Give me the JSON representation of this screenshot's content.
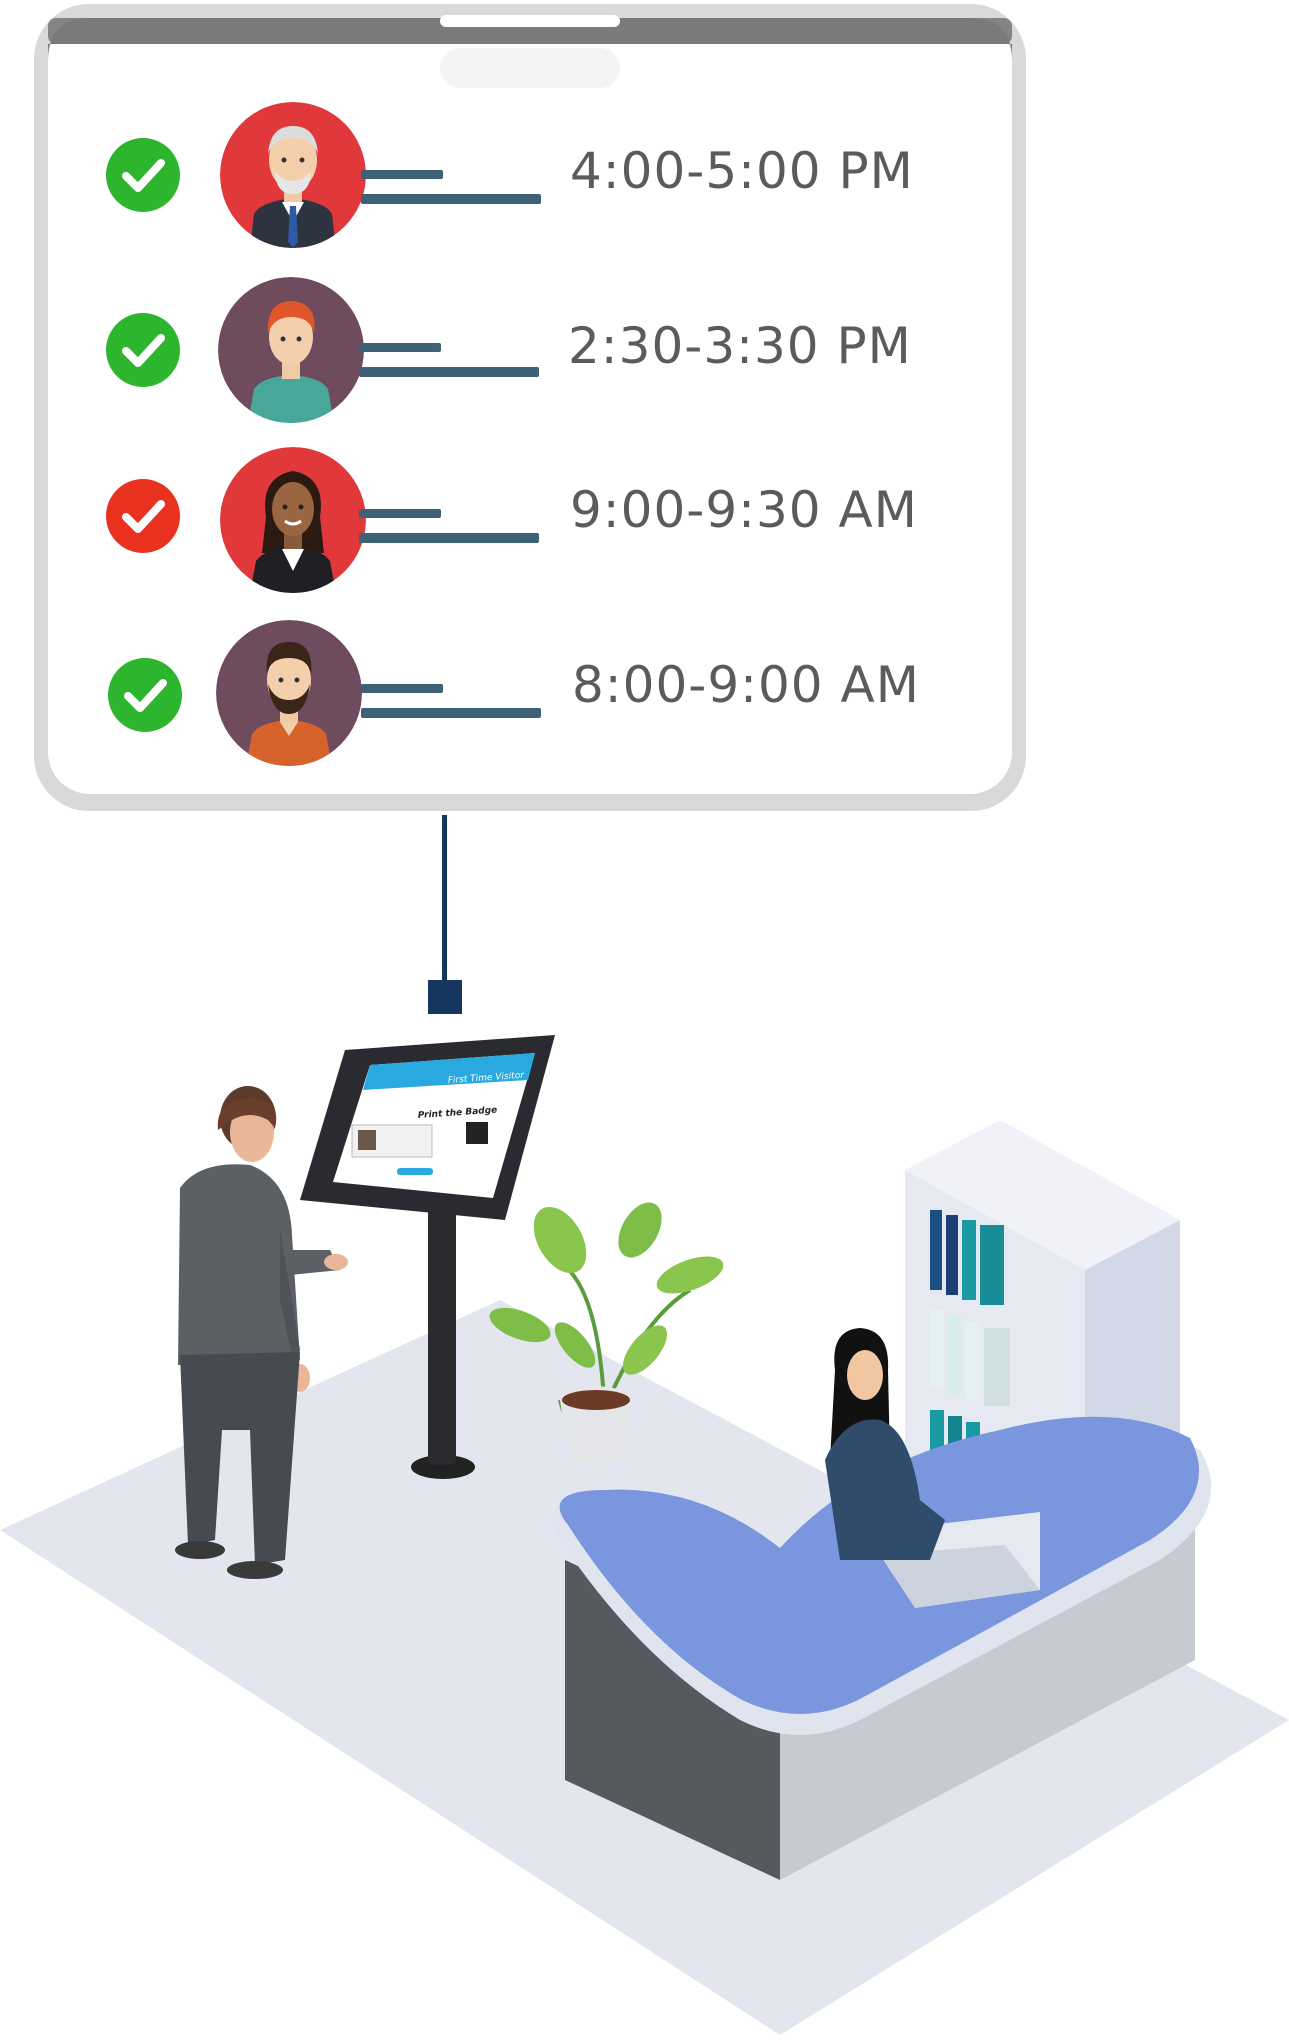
{
  "appointments": [
    {
      "status": "approved",
      "status_icon": "check-circle-green-icon",
      "avatar_icon": "elderly-man-avatar-icon",
      "time": "4:00-5:00 PM"
    },
    {
      "status": "approved",
      "status_icon": "check-circle-green-icon",
      "avatar_icon": "red-haired-man-avatar-icon",
      "time": "2:30-3:30 PM"
    },
    {
      "status": "flagged",
      "status_icon": "check-circle-red-icon",
      "avatar_icon": "woman-avatar-icon",
      "time": "9:00-9:30 AM"
    },
    {
      "status": "approved",
      "status_icon": "check-circle-green-icon",
      "avatar_icon": "bearded-man-avatar-icon",
      "time": "8:00-9:00 AM"
    }
  ],
  "kiosk_screen": {
    "title": "First Time Visitor",
    "heading": "Print the Badge"
  },
  "colors": {
    "approved": "#2db52d",
    "flagged": "#e8311f",
    "line": "#3f6178",
    "desk_top": "#7996de",
    "kiosk_header": "#2aa9e0"
  }
}
